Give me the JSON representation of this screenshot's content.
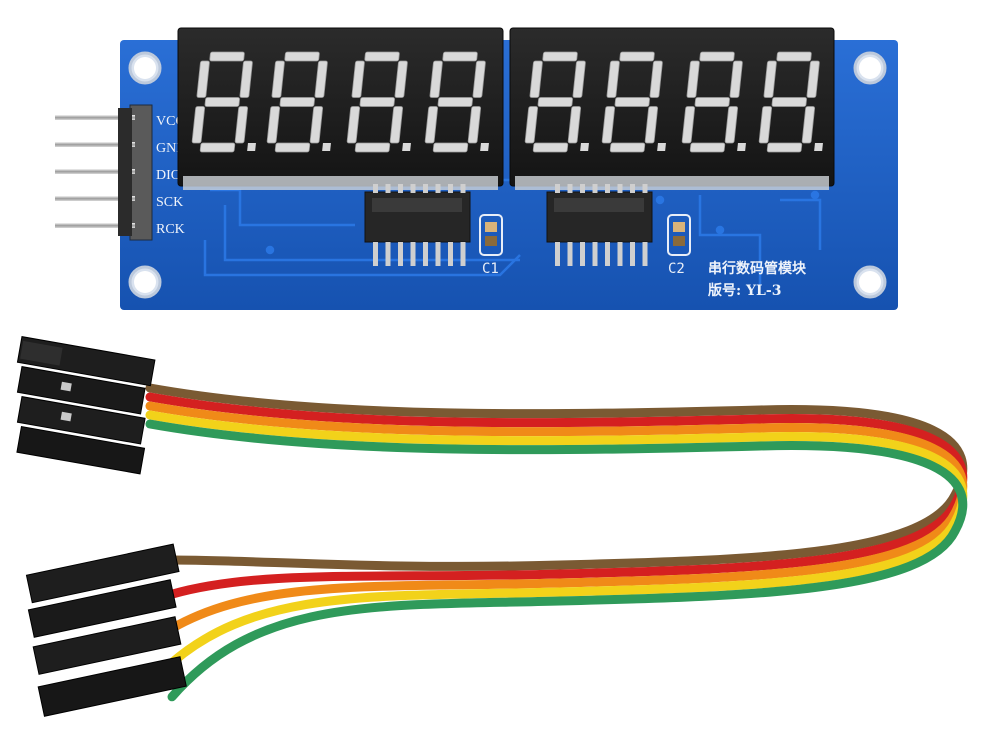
{
  "board": {
    "pin_labels": [
      "VCC",
      "GND",
      "DIO",
      "SCK",
      "RCK"
    ],
    "cap_labels": [
      "C1",
      "C2"
    ],
    "title_line1": "串行数码管模块",
    "title_line2": "版号: YL-3",
    "pcb_color": "#1d5fc4",
    "digit_count": 8
  },
  "cable": {
    "wire_colors": [
      "#7a5a33",
      "#d42020",
      "#f08a18",
      "#f2d21a",
      "#2f9a5a"
    ]
  }
}
